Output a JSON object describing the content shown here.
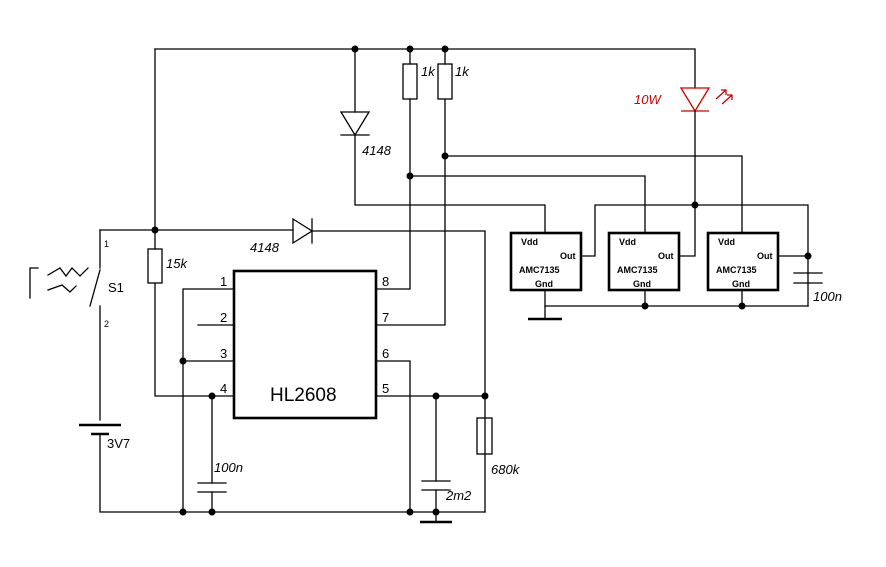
{
  "ic": {
    "name": "HL2608",
    "pins": [
      "1",
      "2",
      "3",
      "4",
      "5",
      "6",
      "7",
      "8"
    ]
  },
  "regulators": [
    {
      "vdd": "Vdd",
      "out": "Out",
      "name": "AMC7135",
      "gnd": "Gnd"
    },
    {
      "vdd": "Vdd",
      "out": "Out",
      "name": "AMC7135",
      "gnd": "Gnd"
    },
    {
      "vdd": "Vdd",
      "out": "Out",
      "name": "AMC7135",
      "gnd": "Gnd"
    }
  ],
  "components": {
    "r1k_a": "1k",
    "r1k_b": "1k",
    "diode_top": "4148",
    "diode_input": "4148",
    "r15k": "15k",
    "r680k": "680k",
    "c100n_left": "100n",
    "c2m2": "2m2",
    "c100n_right": "100n",
    "led": "10W",
    "switch": "S1",
    "switch_pin1": "1",
    "switch_pin2": "2",
    "battery": "3V7"
  },
  "colors": {
    "wire": "#000000",
    "led": "#cc0000"
  }
}
